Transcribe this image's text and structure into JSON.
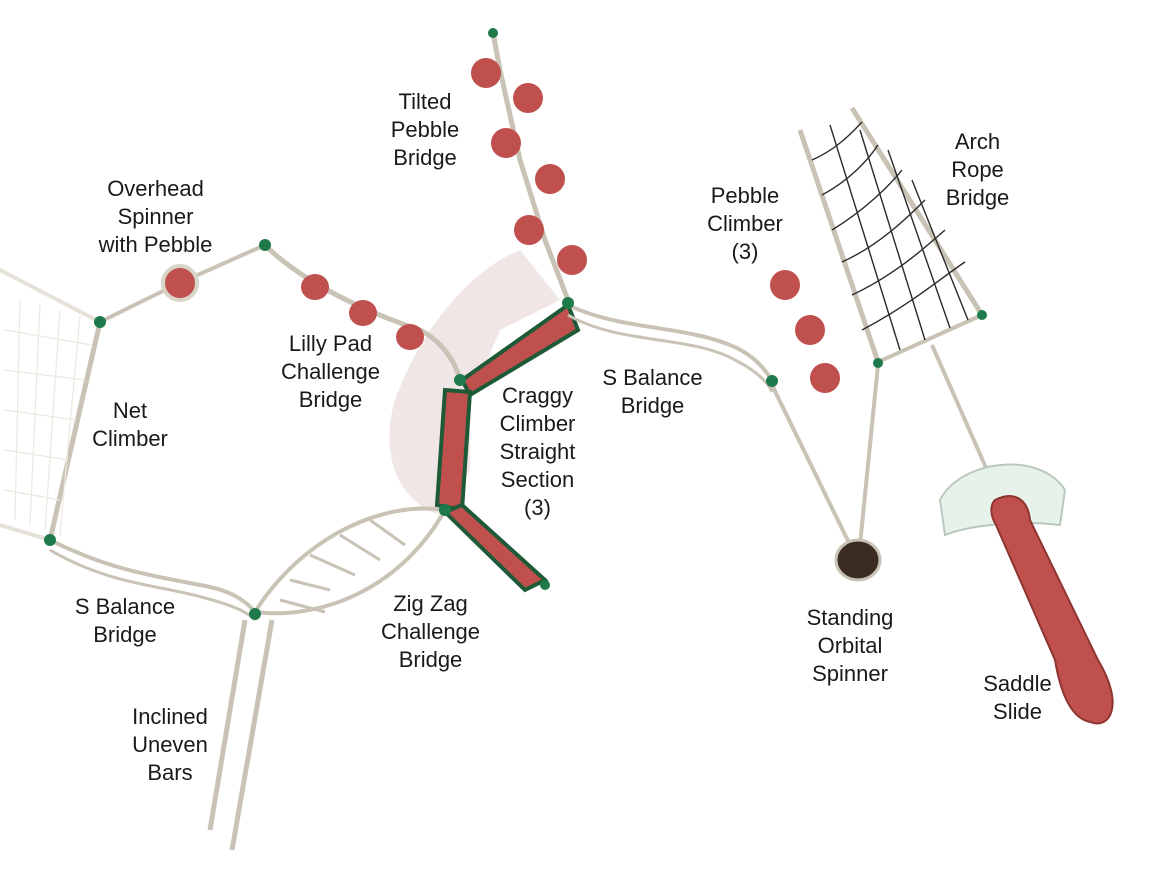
{
  "colors": {
    "frame": "#d9d4c8",
    "frame_edge": "#b9b3a6",
    "connector": "#1e7a4a",
    "deck": "#c0504d",
    "deck_dark": "#8e3532",
    "net": "#2a2a2a",
    "shadow": "#e8d9d9",
    "canopy": "#e6f2ea"
  },
  "labels": {
    "overhead_spinner": [
      "Overhead",
      "Spinner",
      "with Pebble"
    ],
    "tilted_pebble": [
      "Tilted",
      "Pebble",
      "Bridge"
    ],
    "pebble_climber": [
      "Pebble",
      "Climber",
      "(3)"
    ],
    "arch_rope": [
      "Arch",
      "Rope",
      "Bridge"
    ],
    "lilly_pad": [
      "Lilly Pad",
      "Challenge",
      "Bridge"
    ],
    "net_climber": [
      "Net",
      "Climber"
    ],
    "craggy_climber": [
      "Craggy",
      "Climber",
      "Straight",
      "Section",
      "(3)"
    ],
    "s_balance_right": [
      "S Balance",
      "Bridge"
    ],
    "s_balance_left": [
      "S Balance",
      "Bridge"
    ],
    "zig_zag": [
      "Zig Zag",
      "Challenge",
      "Bridge"
    ],
    "standing_orbital": [
      "Standing",
      "Orbital",
      "Spinner"
    ],
    "saddle_slide": [
      "Saddle",
      "Slide"
    ],
    "inclined_bars": [
      "Inclined",
      "Uneven",
      "Bars"
    ]
  }
}
